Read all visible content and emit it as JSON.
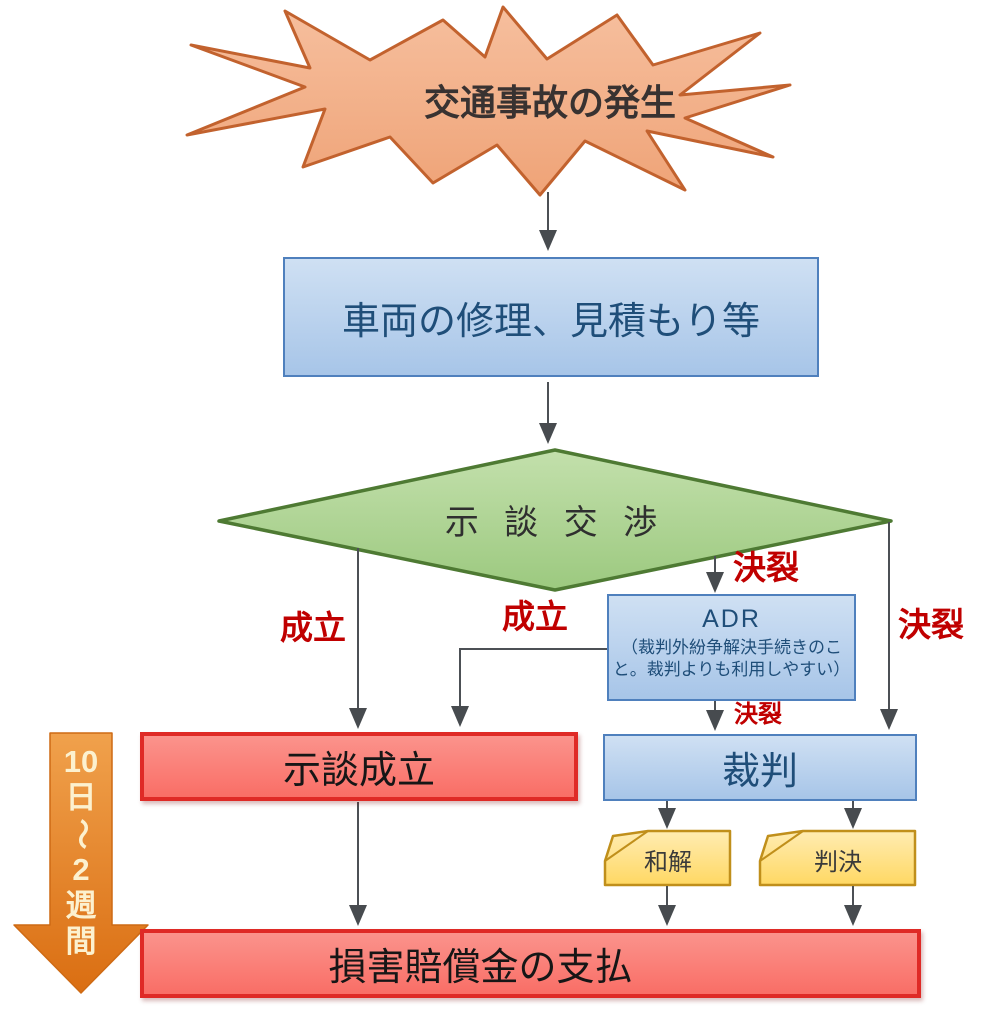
{
  "colors": {
    "burst_fill": "#F3B18D",
    "burst_border": "#C2622E",
    "blue_fill": "#BCD4EE",
    "blue_border": "#4F80BD",
    "blue_text": "#1F4E79",
    "green_fill": "#ACD392",
    "green_border": "#4E7A33",
    "red_fill": "#FA7D75",
    "red_border": "#DF2A26",
    "yellow_fill": "#FFDE8F",
    "yellow_border": "#C08F1B",
    "label_red": "#C00000",
    "orange_arrow": "#E5821F",
    "connector": "#4C5055"
  },
  "nodes": {
    "accident": {
      "label": "交通事故の発生"
    },
    "repair": {
      "label": "車両の修理、見積もり等"
    },
    "negotiation": {
      "label": "示 談 交 渉"
    },
    "adr": {
      "title": "ADR",
      "desc_line1": "（裁判外紛争解決手続きのこ",
      "desc_line2": "と。裁判よりも利用しやすい）"
    },
    "settlement": {
      "label": "示談成立"
    },
    "trial": {
      "label": "裁判"
    },
    "compromise": {
      "label": "和解"
    },
    "judgment": {
      "label": "判決"
    },
    "payment": {
      "label": "損害賠償金の支払"
    }
  },
  "edge_labels": {
    "established_left": "成立",
    "established_mid": "成立",
    "breakdown_to_adr": "決裂",
    "breakdown_after_adr": "決裂",
    "breakdown_right": "決裂"
  },
  "duration": {
    "label": "10日～2週間",
    "chars": [
      "10",
      "日",
      "～",
      "2",
      "週",
      "間"
    ]
  }
}
